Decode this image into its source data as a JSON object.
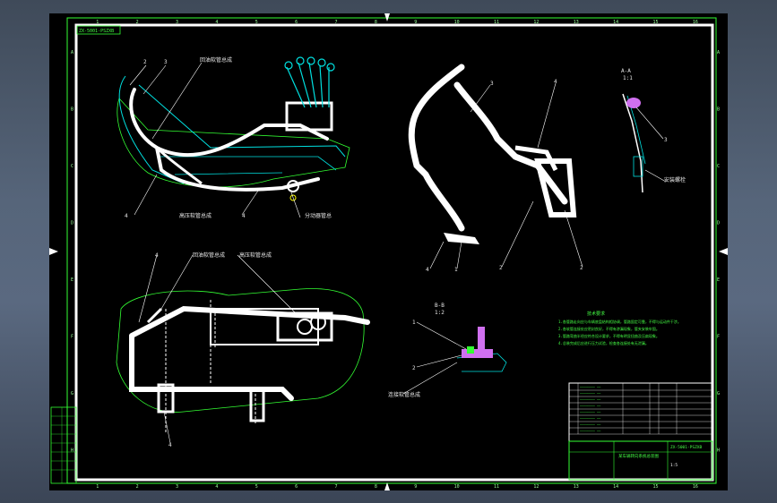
{
  "drawing": {
    "drawing_code": "ZX-5001-PSZXB",
    "title_block_label": "某车辆转向系统总装图",
    "view_label_a": "A-A",
    "view_scale_a": "1:1",
    "view_label_b": "B-B",
    "view_scale_b": "1:2"
  },
  "callouts": {
    "top_left": [
      "2",
      "3",
      "4",
      "4"
    ],
    "pipe_label_1": "回油软管总成",
    "pipe_label_2": "高压软管总成",
    "pipe_label_3": "分动器管总",
    "iso_labels": [
      "3",
      "4",
      "4",
      "1",
      "2",
      "2"
    ],
    "detail_a": "安装螺栓",
    "bottom_left": [
      "4",
      "4"
    ],
    "bottom_label_1": "回油软管总成",
    "bottom_label_2": "高压软管总成",
    "bb_labels": [
      "1",
      "2"
    ],
    "bb_note": "连接软管总成"
  },
  "tech_notes": {
    "title": "技术要求",
    "lines": [
      "1.各管路走向应与车辆底盘结构相协调，管路固定可靠，不得与运动件干涉。",
      "2.各软管连接处应密封良好，不得有渗漏现象，管夹安装牢固。",
      "3.管路弯曲半径应符合设计要求，不得有明显扭曲及压扁现象。",
      "4.总装完成后应进行压力试验，检查各连接处有无泄漏。"
    ]
  },
  "border_numbers": {
    "top": [
      "1",
      "2",
      "3",
      "4",
      "5",
      "6",
      "7",
      "8",
      "9",
      "10",
      "11",
      "12",
      "13",
      "14",
      "15",
      "16"
    ],
    "side": [
      "A",
      "B",
      "C",
      "D",
      "E",
      "F",
      "G",
      "H"
    ]
  },
  "colors": {
    "frame": "#ffffff",
    "green": "#33ff33",
    "cyan": "#00e0e0",
    "magenta": "#d070f0",
    "pipe": "#ffffff"
  }
}
